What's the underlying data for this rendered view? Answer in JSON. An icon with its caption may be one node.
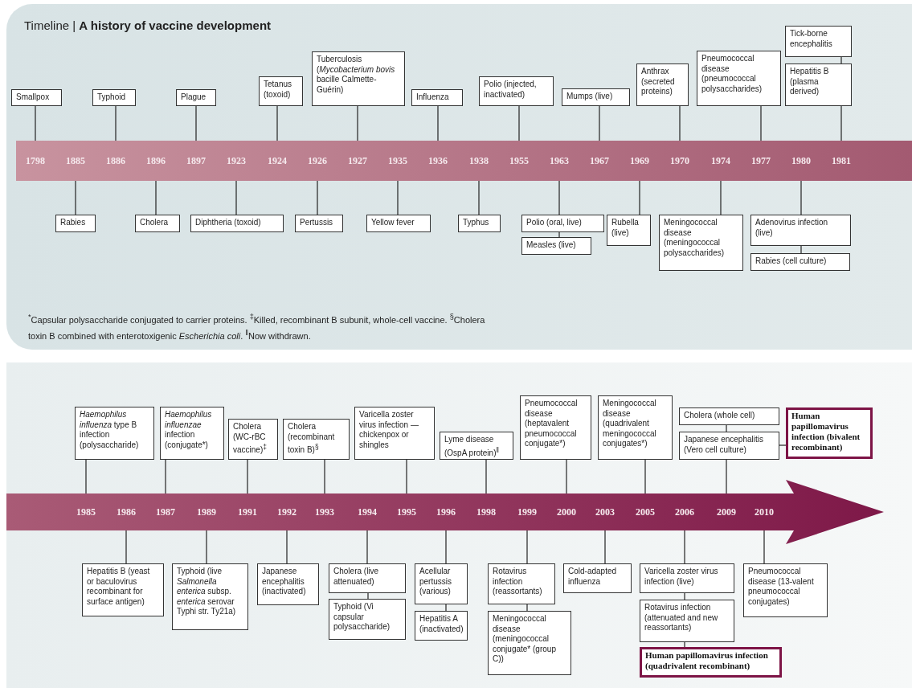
{
  "diagram": {
    "title": "Timeline | **A history of vaccine development**",
    "nodes": [
      {
        "text": [],
        "shape": "bar"
      },
      {
        "text": [
          "Smallpox"
        ]
      },
      {
        "text": [
          "Typhoid"
        ]
      },
      {
        "text": [
          "Plague"
        ]
      },
      {
        "text": [
          "Tetanus (toxoid)"
        ]
      },
      {
        "text": [
          "Tuberculosis (*Mycobacterium bovis* bacille Calmette-Guérin)"
        ]
      },
      {
        "text": [
          "Influenza"
        ]
      },
      {
        "text": [
          "Polio (injected, inactivated)"
        ]
      },
      {
        "text": [
          "Mumps (live)"
        ]
      },
      {
        "text": [
          "Anthrax (secreted proteins)"
        ]
      },
      {
        "text": [
          "Pneumococcal disease (pneumococcal polysaccharides)"
        ]
      },
      {
        "text": [
          "Tick-borne encephalitis"
        ]
      },
      {
        "text": [
          "Hepatitis B (plasma derived)"
        ]
      },
      {
        "text": [
          "1798"
        ],
        "in": 0
      },
      {
        "text": [
          "1885"
        ],
        "in": 0
      },
      {
        "text": [
          "1886"
        ],
        "in": 0
      },
      {
        "text": [
          "1896"
        ],
        "in": 0
      },
      {
        "text": [
          "1897"
        ],
        "in": 0
      },
      {
        "text": [
          "1923"
        ],
        "in": 0
      },
      {
        "text": [
          "1924"
        ],
        "in": 0
      },
      {
        "text": [
          "1926"
        ],
        "in": 0
      },
      {
        "text": [
          "1927"
        ],
        "in": 0
      },
      {
        "text": [
          "1935"
        ],
        "in": 0
      },
      {
        "text": [
          "1936"
        ],
        "in": 0
      },
      {
        "text": [
          "1938"
        ],
        "in": 0
      },
      {
        "text": [
          "1955"
        ],
        "in": 0
      },
      {
        "text": [
          "1963"
        ],
        "in": 0
      },
      {
        "text": [
          "1967"
        ],
        "in": 0
      },
      {
        "text": [
          "1969"
        ],
        "in": 0
      },
      {
        "text": [
          "1970"
        ],
        "in": 0
      },
      {
        "text": [
          "1974"
        ],
        "in": 0
      },
      {
        "text": [
          "1977"
        ],
        "in": 0
      },
      {
        "text": [
          "1980"
        ],
        "in": 0
      },
      {
        "text": [
          "1981"
        ],
        "in": 0
      },
      {
        "text": [
          "Rabies"
        ]
      },
      {
        "text": [
          "Cholera"
        ]
      },
      {
        "text": [
          "Diphtheria (toxoid)"
        ]
      },
      {
        "text": [
          "Pertussis"
        ]
      },
      {
        "text": [
          "Yellow fever"
        ]
      },
      {
        "text": [
          "Typhus"
        ]
      },
      {
        "text": [
          "Polio (oral, live)"
        ]
      },
      {
        "text": [
          "Measles (live)"
        ]
      },
      {
        "text": [
          "Rubella (live)"
        ]
      },
      {
        "text": [
          "Meningococcal disease (meningococcal polysaccharides)"
        ]
      },
      {
        "text": [
          "Adenovirus infection (live)"
        ]
      },
      {
        "text": [
          "Rabies (cell culture)"
        ]
      },
      {
        "text": [],
        "shape": "arrow"
      },
      {
        "text": [
          "*Haemophilus influenza* type B infection (polysaccharide)"
        ]
      },
      {
        "text": [
          "*Haemophilus influenzae* infection (conjugate*)"
        ]
      },
      {
        "text": [
          "Cholera (WC-rBC vaccine)$^{‡}$"
        ]
      },
      {
        "text": [
          "Cholera (recombinant toxin B)$^{§}$"
        ]
      },
      {
        "text": [
          "Varicella zoster virus infection — chickenpox or shingles"
        ]
      },
      {
        "text": [
          "Lyme disease (OspA protein)$^{‖}$"
        ]
      },
      {
        "text": [
          "Pneumococcal disease (heptavalent pneumococcal conjugate*)"
        ]
      },
      {
        "text": [
          "Meningococcal disease (quadrivalent meningococcal conjugates*)"
        ]
      },
      {
        "text": [
          "Cholera (whole cell)"
        ]
      },
      {
        "text": [
          "Japanese encephalitis (Vero cell culture)"
        ]
      },
      {
        "text": [
          "Human papillomavirus infection (bivalent recombinant)"
        ]
      },
      {
        "text": [
          "1985"
        ],
        "in": 46
      },
      {
        "text": [
          "1986"
        ],
        "in": 46
      },
      {
        "text": [
          "1987"
        ],
        "in": 46
      },
      {
        "text": [
          "1989"
        ],
        "in": 46
      },
      {
        "text": [
          "1991"
        ],
        "in": 46
      },
      {
        "text": [
          "1992"
        ],
        "in": 46
      },
      {
        "text": [
          "1993"
        ],
        "in": 46
      },
      {
        "text": [
          "1994"
        ],
        "in": 46
      },
      {
        "text": [
          "1995"
        ],
        "in": 46
      },
      {
        "text": [
          "1996"
        ],
        "in": 46
      },
      {
        "text": [
          "1998"
        ],
        "in": 46
      },
      {
        "text": [
          "1999"
        ],
        "in": 46
      },
      {
        "text": [
          "2000"
        ],
        "in": 46
      },
      {
        "text": [
          "2003"
        ],
        "in": 46
      },
      {
        "text": [
          "2005"
        ],
        "in": 46
      },
      {
        "text": [
          "2006"
        ],
        "in": 46
      },
      {
        "text": [
          "2009"
        ],
        "in": 46
      },
      {
        "text": [
          "2010"
        ],
        "in": 46
      },
      {
        "text": [
          "Hepatitis B (yeast or baculovirus recombinant for surface antigen)"
        ]
      },
      {
        "text": [
          "Typhoid (live *Salmonella enterica* subsp. *enterica* serovar Typhi str. Ty21a)"
        ]
      },
      {
        "text": [
          "Japanese encephalitis (inactivated)"
        ]
      },
      {
        "text": [
          "Cholera (live attenuated)"
        ]
      },
      {
        "text": [
          "Typhoid (Vi capsular polysaccharide)"
        ]
      },
      {
        "text": [
          "Acellular pertussis (various)"
        ]
      },
      {
        "text": [
          "Hepatitis A (inactivated)"
        ]
      },
      {
        "text": [
          "Rotavirus infection (reassortants)"
        ]
      },
      {
        "text": [
          "Meningococcal disease (meningococcal conjugate* (group C))"
        ]
      },
      {
        "text": [
          "Cold-adapted influenza"
        ]
      },
      {
        "text": [
          "Varicella zoster virus infection (live)"
        ]
      },
      {
        "text": [
          "Rotavirus infection (attenuated and new reassortants)"
        ]
      },
      {
        "text": [
          "Human papillomavirus infection (quadrivalent recombinant)"
        ]
      },
      {
        "text": [
          "Pneumococcal disease (13-valent pneumococcal conjugates)"
        ]
      }
    ],
    "edges": [
      {
        "from": 1,
        "to": 13,
        "arrow": "none"
      },
      {
        "from": 2,
        "to": 15,
        "arrow": "none"
      },
      {
        "from": 3,
        "to": 17,
        "arrow": "none"
      },
      {
        "from": 4,
        "to": 19,
        "arrow": "none"
      },
      {
        "from": 5,
        "to": 21,
        "arrow": "none"
      },
      {
        "from": 6,
        "to": 23,
        "arrow": "none"
      },
      {
        "from": 7,
        "to": 25,
        "arrow": "none"
      },
      {
        "from": 8,
        "to": 27,
        "arrow": "none"
      },
      {
        "from": 9,
        "to": 29,
        "arrow": "none"
      },
      {
        "from": 10,
        "to": 31,
        "arrow": "none"
      },
      {
        "from": 11,
        "to": 12,
        "arrow": "none"
      },
      {
        "from": 12,
        "to": 33,
        "arrow": "none"
      },
      {
        "from": 34,
        "to": 14,
        "arrow": "none"
      },
      {
        "from": 35,
        "to": 16,
        "arrow": "none"
      },
      {
        "from": 36,
        "to": 18,
        "arrow": "none"
      },
      {
        "from": 37,
        "to": 20,
        "arrow": "none"
      },
      {
        "from": 38,
        "to": 22,
        "arrow": "none"
      },
      {
        "from": 39,
        "to": 24,
        "arrow": "none"
      },
      {
        "from": 40,
        "to": 26,
        "arrow": "none"
      },
      {
        "from": 41,
        "to": 40,
        "arrow": "none"
      },
      {
        "from": 42,
        "to": 28,
        "arrow": "none"
      },
      {
        "from": 43,
        "to": 30,
        "arrow": "none"
      },
      {
        "from": 44,
        "to": 32,
        "arrow": "none"
      },
      {
        "from": 45,
        "to": 44,
        "arrow": "none"
      },
      {
        "from": 47,
        "to": 58,
        "arrow": "none"
      },
      {
        "from": 48,
        "to": 60,
        "arrow": "none"
      },
      {
        "from": 49,
        "to": 62,
        "arrow": "none"
      },
      {
        "from": 50,
        "to": 64,
        "arrow": "none"
      },
      {
        "from": 51,
        "to": 66,
        "arrow": "none"
      },
      {
        "from": 52,
        "to": 68,
        "arrow": "none"
      },
      {
        "from": 53,
        "to": 70,
        "arrow": "none"
      },
      {
        "from": 54,
        "to": 72,
        "arrow": "none"
      },
      {
        "from": 55,
        "to": 56,
        "arrow": "none"
      },
      {
        "from": 56,
        "to": 74,
        "arrow": "none"
      },
      {
        "from": 57,
        "to": 56,
        "arrow": "none"
      },
      {
        "from": 76,
        "to": 59,
        "arrow": "none"
      },
      {
        "from": 77,
        "to": 61,
        "arrow": "none"
      },
      {
        "from": 78,
        "to": 63,
        "arrow": "none"
      },
      {
        "from": 79,
        "to": 65,
        "arrow": "none"
      },
      {
        "from": 80,
        "to": 79,
        "arrow": "none"
      },
      {
        "from": 81,
        "to": 67,
        "arrow": "none"
      },
      {
        "from": 82,
        "to": 81,
        "arrow": "none"
      },
      {
        "from": 83,
        "to": 69,
        "arrow": "none"
      },
      {
        "from": 84,
        "to": 83,
        "arrow": "none"
      },
      {
        "from": 85,
        "to": 71,
        "arrow": "none"
      },
      {
        "from": 86,
        "to": 73,
        "arrow": "none"
      },
      {
        "from": 87,
        "to": 86,
        "arrow": "none"
      },
      {
        "from": 88,
        "to": 87,
        "arrow": "none"
      },
      {
        "from": 89,
        "to": 75,
        "arrow": "none"
      }
    ],
    "labels": [
      "$^{*}$Capsular polysaccharide conjugated to carrier proteins. $^{‡}$Killed, recombinant B subunit, whole-cell vaccine. $^{§}$Cholera toxin B combined with enterotoxigenic *Escherichia coli*. $^{‖}$Now withdrawn."
    ]
  }
}
